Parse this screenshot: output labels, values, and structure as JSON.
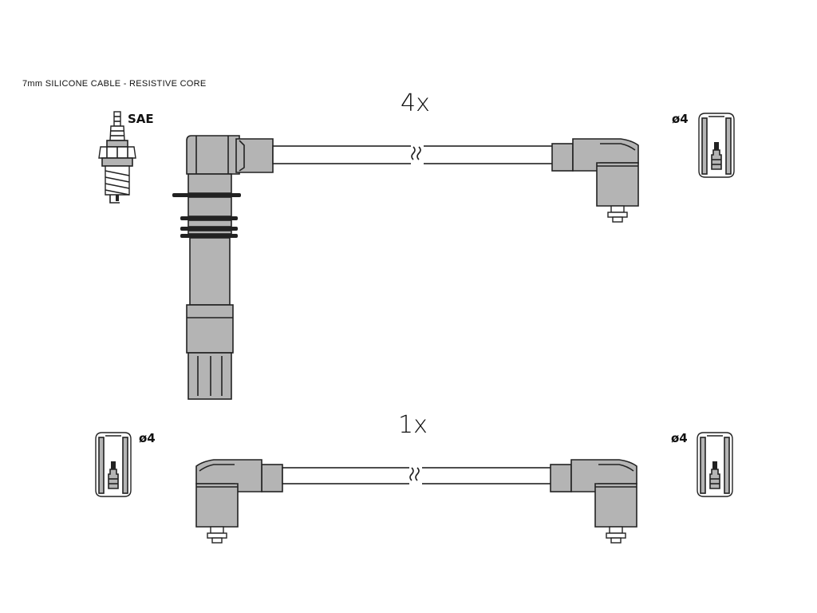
{
  "header": {
    "description": "7mm SILICONE CABLE - RESISTIVE CORE"
  },
  "sets": [
    {
      "quantity": "4x"
    },
    {
      "quantity": "1x"
    }
  ],
  "labels": {
    "spark_plug": "SAE",
    "terminal_top_right": "ø4",
    "terminal_bottom_left": "ø4",
    "terminal_bottom_right": "ø4"
  }
}
